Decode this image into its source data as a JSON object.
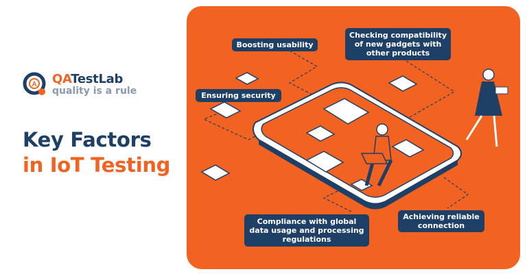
{
  "logo": {
    "brand_prefix": "QA",
    "brand_suffix": "TestLab",
    "tagline": "quality is a rule"
  },
  "title": {
    "line1": "Key Factors",
    "line2": "in IoT Testing"
  },
  "factors": [
    {
      "label": "Boosting usability"
    },
    {
      "label": "Checking compatibility of new gadgets with other products"
    },
    {
      "label": "Ensuring security"
    },
    {
      "label": "Compliance with global data usage and processing regulations"
    },
    {
      "label": "Achieving reliable connection"
    }
  ],
  "colors": {
    "orange": "#f26322",
    "navy": "#1e3f66",
    "gray": "#8a9aad"
  }
}
